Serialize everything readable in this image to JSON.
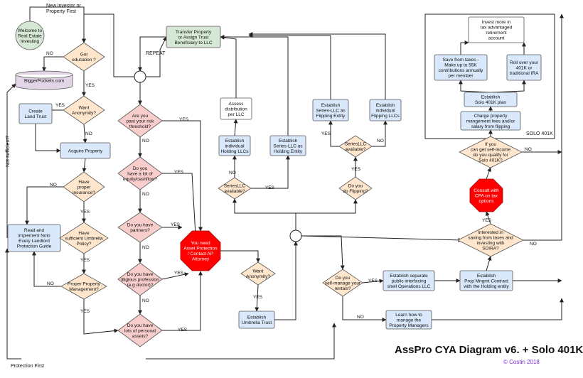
{
  "nodes": {
    "welcome": "Welcome to|Real Estate|Investing",
    "bp": "BiggerPockets.com",
    "got_edu": "Got|education ?",
    "want_anon": "Want|Anonymity?",
    "create_lt": "Create|Land Trust",
    "acquire": "Acquire Property",
    "have_ins": "Have|proper|insurance?",
    "read_nolo": "Read and|implement Nolo|Every Landlord|Protection Guide",
    "suff_umb": "Have|sufficient Umbrella|Policy?",
    "prop_mgmt": "Proper Property|Management?",
    "transfer": "Transfer Property|or Assign Trust|Beneficiary to LLC",
    "risk": "Are you|past your risk|threshold?",
    "equity": "Do you|have a lot of|equity/cashflow?",
    "partners": "Do you have|partners?",
    "litig": "Do you have|litigious profession|(e.g doctor)?",
    "assets": "Do you have|lots of personal|assets?",
    "need": "You need|Asset  Protection|/ Contact AP|Attorney",
    "want_anon2": "Want|Anonymity?",
    "umb_trust": "Establish|Umbrella Trust",
    "assess": "Assess|distribution|per LLC",
    "ind_hold": "Establish|individual|Holding LLCs",
    "ser_hold": "Establish|Series-LLC as|Holding Entity",
    "series_q": "SeriesLLC|available?",
    "ser_flip": "Establish|Series-LLC as|Flipping Entity",
    "ind_flip": "Establish|individual|Flipping LLCs",
    "series_q2": "SeriesLLC|available?",
    "flipping": "Do you|do Flipping?",
    "self_mgmt": "Do you|self-manage your|rentals?",
    "ops_llc": "Establish separate|public interfacing|shell Operations LLC",
    "learn": "Learn how to|manage the|Property Managers",
    "prop_mngt_contract": "Establish|Prop Mngmt Contract|with the Holding entity",
    "interested": "Interested in|saving from taxes and|investing with|SDIRA?",
    "cpa": "Consult with|CPA on tax|options",
    "self_inc": "If you|can get self-income|do you qualify for|Solo 401K?",
    "charge": "Charge property|mangement fees and/or|salary from flipping",
    "solo_plan": "Establish|Solo 401K plan",
    "save_tax": "Save from taxes -|Make up to 55K|contributions annually|per member",
    "rollover": "Roll over your|401K or|traditional IRA",
    "invest_more": "Invest more in|tax advantaged|retirement|account"
  },
  "labels": {
    "new_investor": "New investor or",
    "prop_first_top": "Property First",
    "repeat": "REPEAT",
    "not_sufficient": "Not sufficient?",
    "protection_first": "Protection First",
    "solo_401k": "SOLO 401K",
    "yes": "YES",
    "no": "NO"
  },
  "footer": {
    "title": "AssPro CYA Diagram v6.  + Solo 401K",
    "copyright": "© Costin 2018"
  },
  "colors": {
    "green": "#d5e8d4",
    "purple": "#e1d5e7",
    "orange": "#ffe6cc",
    "blue": "#dae8fc",
    "red": "#f8cecc",
    "red_strong": "#ff0000",
    "line": "#222222",
    "footer_copy": "#7b2fd6"
  }
}
